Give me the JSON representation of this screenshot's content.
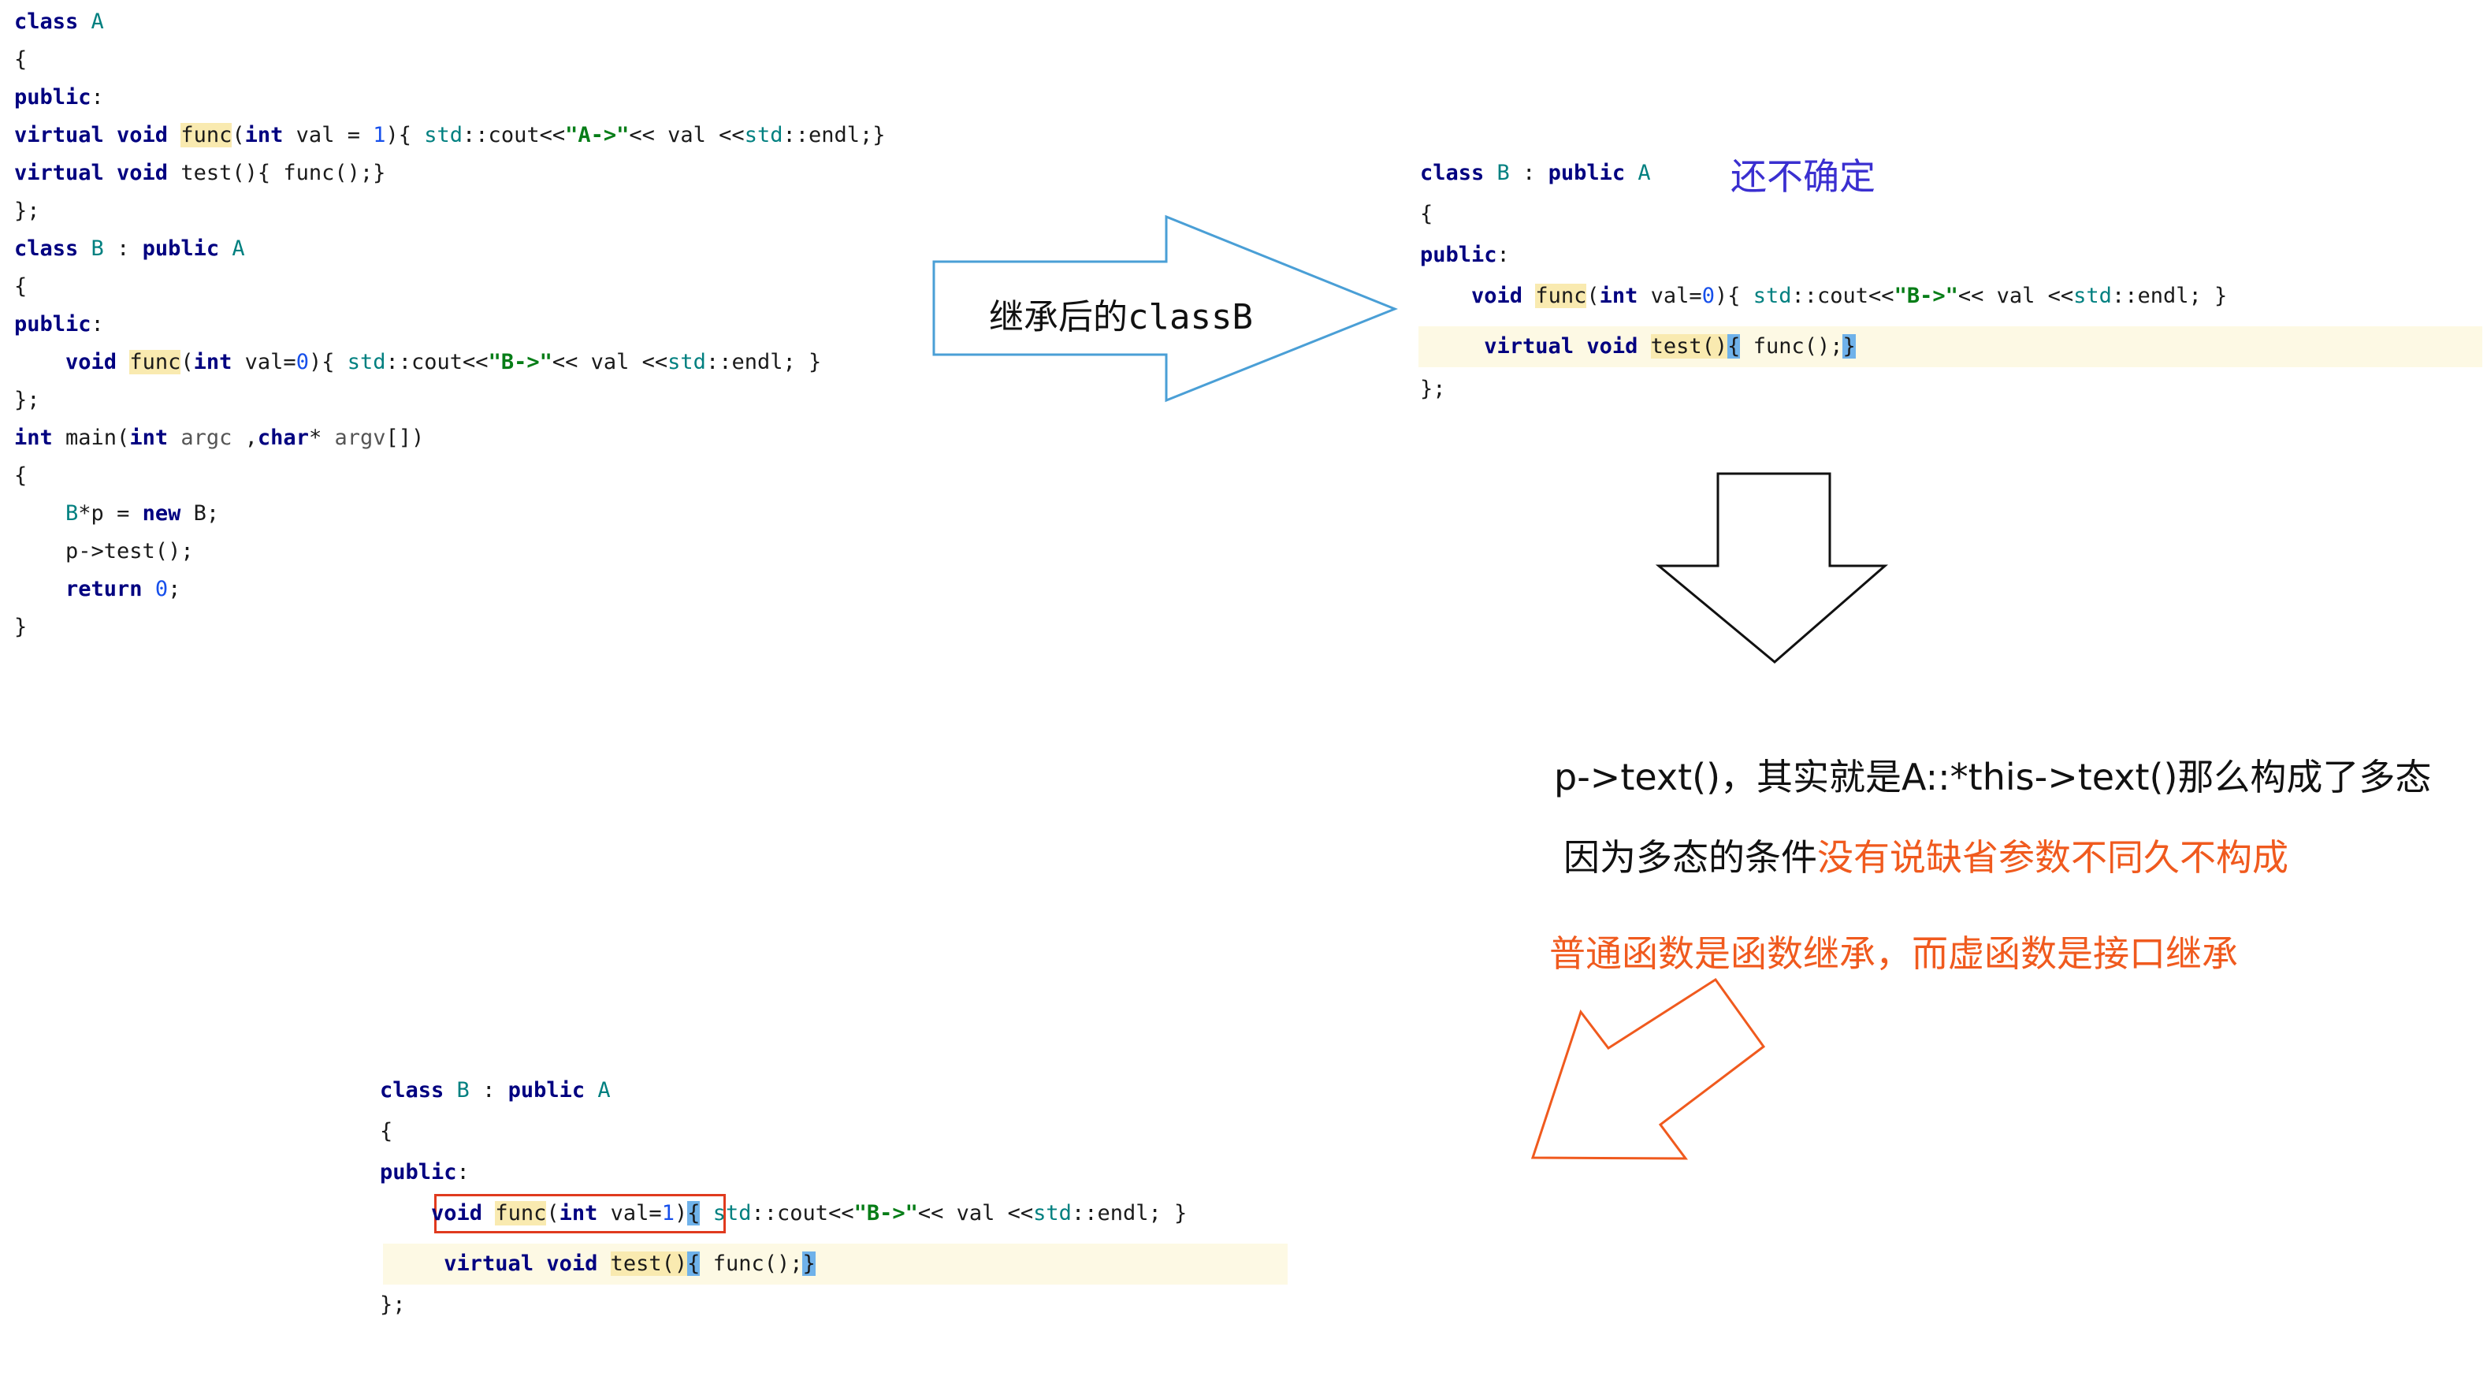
{
  "block1": {
    "lines": [
      "class A",
      "{",
      "public:",
      "virtual void func(int val = 1){ std::cout<<\"A->\"<< val <<std::endl;}",
      "virtual void test(){ func();}",
      "};",
      "class B : public A",
      "{",
      "public:",
      "    void func(int val=0){ std::cout<<\"B->\"<< val <<std::endl; }",
      "};",
      "int main(int argc ,char* argv[])",
      "{",
      "    B*p = new B;",
      "    p->test();",
      "    return 0;",
      "}"
    ]
  },
  "arrow_right_label": "继承后的classB",
  "block2": {
    "title_note": "还不确定",
    "lines": [
      "class B : public A",
      "{",
      "public:",
      "    void func(int val=0){ std::cout<<\"B->\"<< val <<std::endl; }",
      "    virtual void test(){ func();}",
      "};"
    ]
  },
  "explanation": {
    "line1": "p->text()，其实就是A::*this->text()那么构成了多态",
    "line2_black": "因为多态的条件",
    "line2_orange": "没有说缺省参数不同久不构成",
    "line3": "普通函数是函数继承，而虚函数是接口继承"
  },
  "block3": {
    "lines": [
      "class B : public A",
      "{",
      "public:",
      "    void func(int val=1){ std::cout<<\"B->\"<< val <<std::endl; }",
      "    virtual void test(){ func();}",
      "};"
    ]
  },
  "colors": {
    "keyword": "#000080",
    "type": "#008080",
    "string": "#067d17",
    "number": "#1750eb",
    "highlight": "#f9eab0",
    "selection": "#6fb2ea",
    "blue_arrow": "#4a9fd6",
    "orange_text": "#f05a1e",
    "note_blue": "#3a2fd0"
  }
}
